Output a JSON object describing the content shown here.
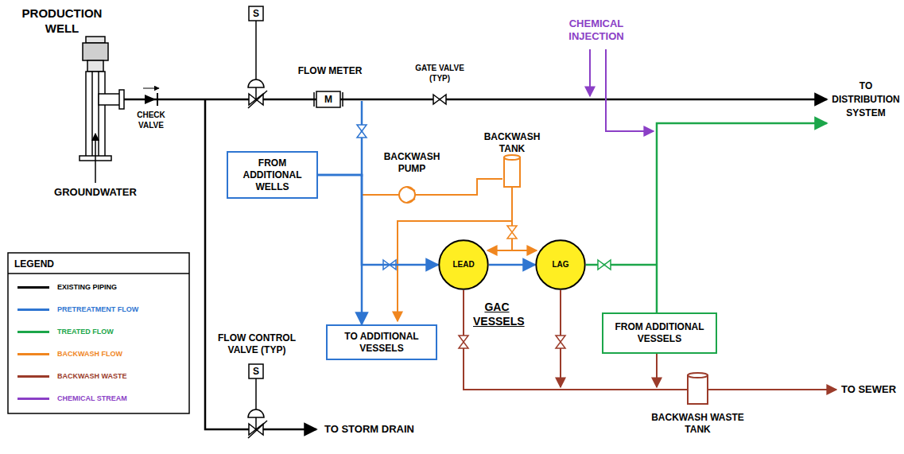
{
  "diagram": {
    "nodes": [
      {
        "text": [
          "FROM ADDITIONAL WELLS"
        ]
      },
      {
        "text": [
          "TO ADDITIONAL VESSELS"
        ]
      },
      {
        "text": [
          "LEAD"
        ]
      },
      {
        "text": [
          "LAG"
        ]
      },
      {
        "text": [
          "FROM ADDITIONAL VESSELS"
        ]
      }
    ],
    "edges": [
      {
        "from": 0,
        "to": 1,
        "arrow": "to"
      },
      {
        "from": 0,
        "to": 2,
        "arrow": "to"
      },
      {
        "from": 2,
        "to": 3,
        "arrow": "to"
      }
    ],
    "labels": [
      "PRODUCTION WELL",
      "GROUNDWATER",
      "CHECK VALVE",
      "S",
      "FLOW METER",
      "M",
      "GATE VALVE (TYP)",
      "CHEMICAL INJECTION",
      "TO DISTRIBUTION SYSTEM",
      "BACKWASH PUMP",
      "BACKWASH TANK",
      "GAC VESSELS",
      "FLOW CONTROL VALVE (TYP)",
      "S",
      "TO STORM DRAIN",
      "TO SEWER",
      "BACKWASH WASTE TANK",
      "LEGEND"
    ],
    "legend": [
      {
        "text": "EXISTING PIPING",
        "color": "#000000"
      },
      {
        "text": "PRETREATMENT FLOW",
        "color": "#2e75d1"
      },
      {
        "text": "TREATED FLOW",
        "color": "#1ca64a"
      },
      {
        "text": "BACKWASH FLOW",
        "color": "#f0861f"
      },
      {
        "text": "BACKWASH WASTE",
        "color": "#9b3b2a"
      },
      {
        "text": "CHEMICAL STREAM",
        "color": "#8b3fc6"
      }
    ]
  }
}
